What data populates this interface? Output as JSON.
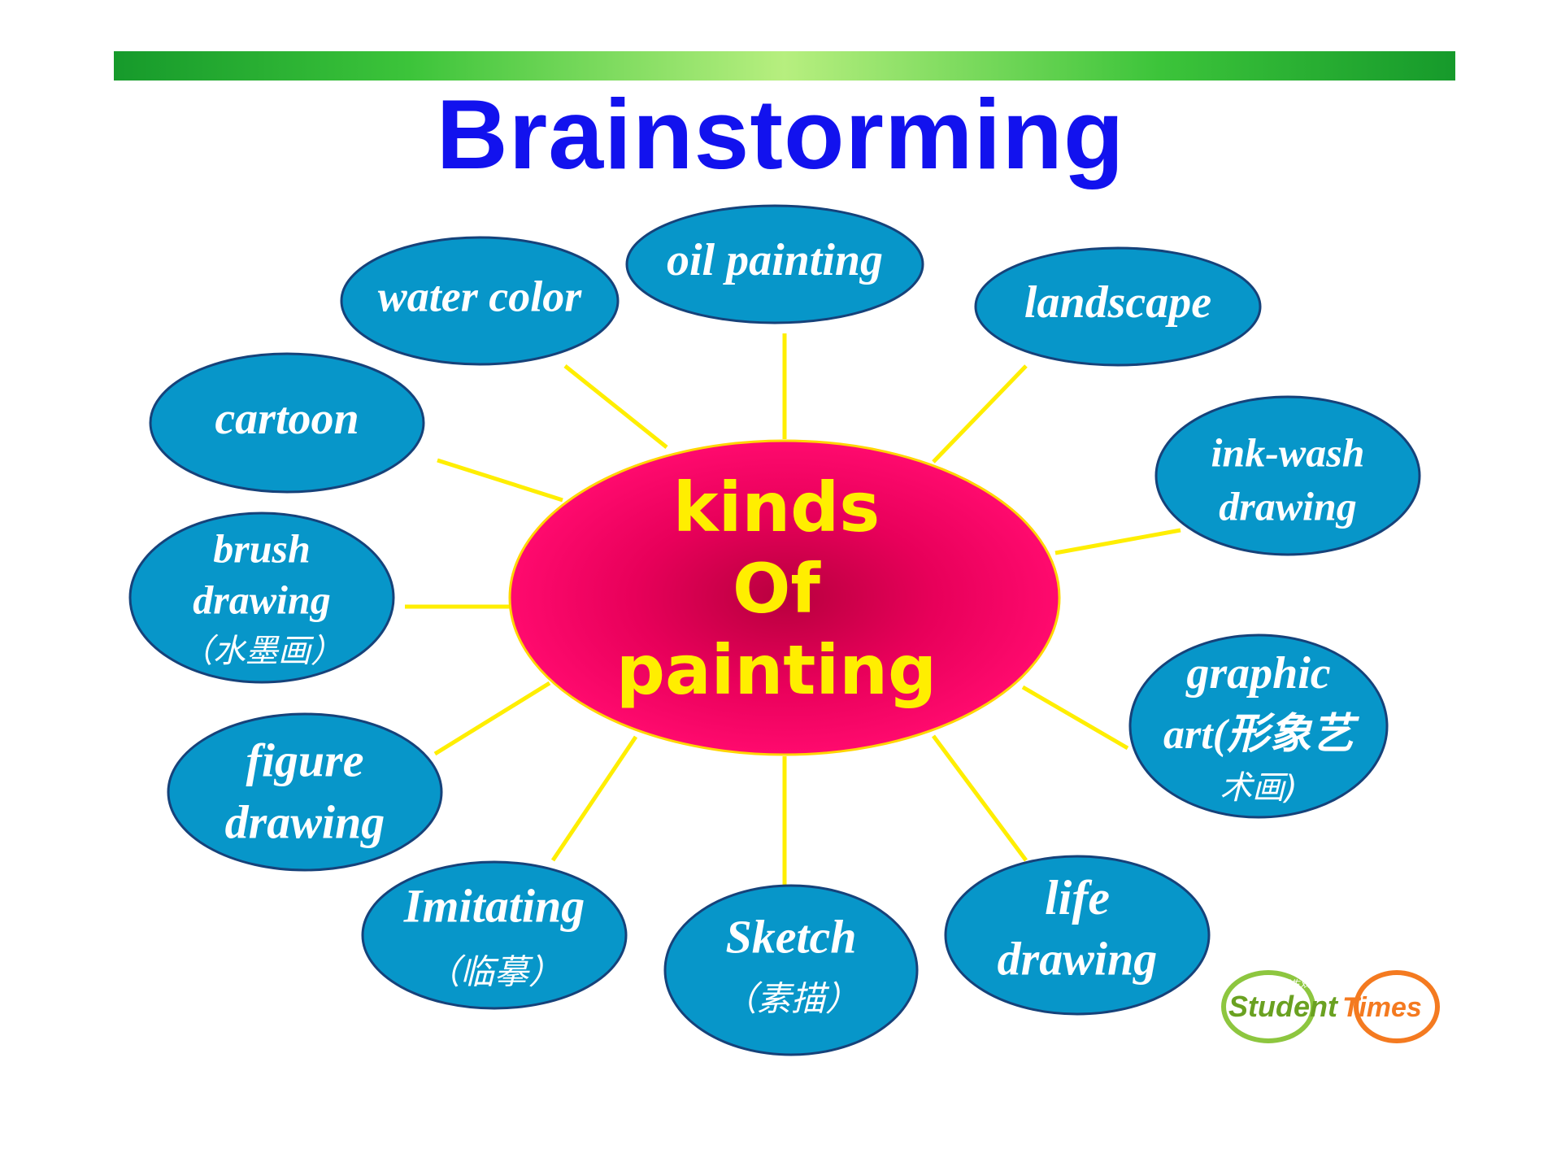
{
  "header": {
    "title": "Brainstorming"
  },
  "center": {
    "lines": [
      "kinds",
      "Of",
      "painting"
    ]
  },
  "nodes": [
    {
      "id": "water-color",
      "lines": [
        "water color"
      ]
    },
    {
      "id": "oil-painting",
      "lines": [
        "oil painting"
      ]
    },
    {
      "id": "landscape",
      "lines": [
        "landscape"
      ]
    },
    {
      "id": "cartoon",
      "lines": [
        "cartoon"
      ]
    },
    {
      "id": "ink-wash-drawing",
      "lines": [
        "ink-wash",
        "drawing"
      ]
    },
    {
      "id": "brush-drawing",
      "lines": [
        "brush",
        "drawing",
        "（水墨画）"
      ]
    },
    {
      "id": "graphic-art",
      "lines": [
        "graphic",
        "art(形象艺",
        "术画)"
      ]
    },
    {
      "id": "figure-drawing",
      "lines": [
        "figure",
        "drawing"
      ]
    },
    {
      "id": "imitating",
      "lines": [
        "Imitating",
        "（临摹）"
      ]
    },
    {
      "id": "sketch",
      "lines": [
        "Sketch",
        "（素描）"
      ]
    },
    {
      "id": "life-drawing",
      "lines": [
        "life",
        "drawing"
      ]
    }
  ],
  "logo": {
    "word1": "Student",
    "word2": "Times",
    "small_text": "学生双语报"
  },
  "colors": {
    "bubble": "#0796c9",
    "center": "#ff0a6e",
    "spoke": "#ffee00",
    "title": "#1212ee",
    "center_text": "#ffee00"
  }
}
